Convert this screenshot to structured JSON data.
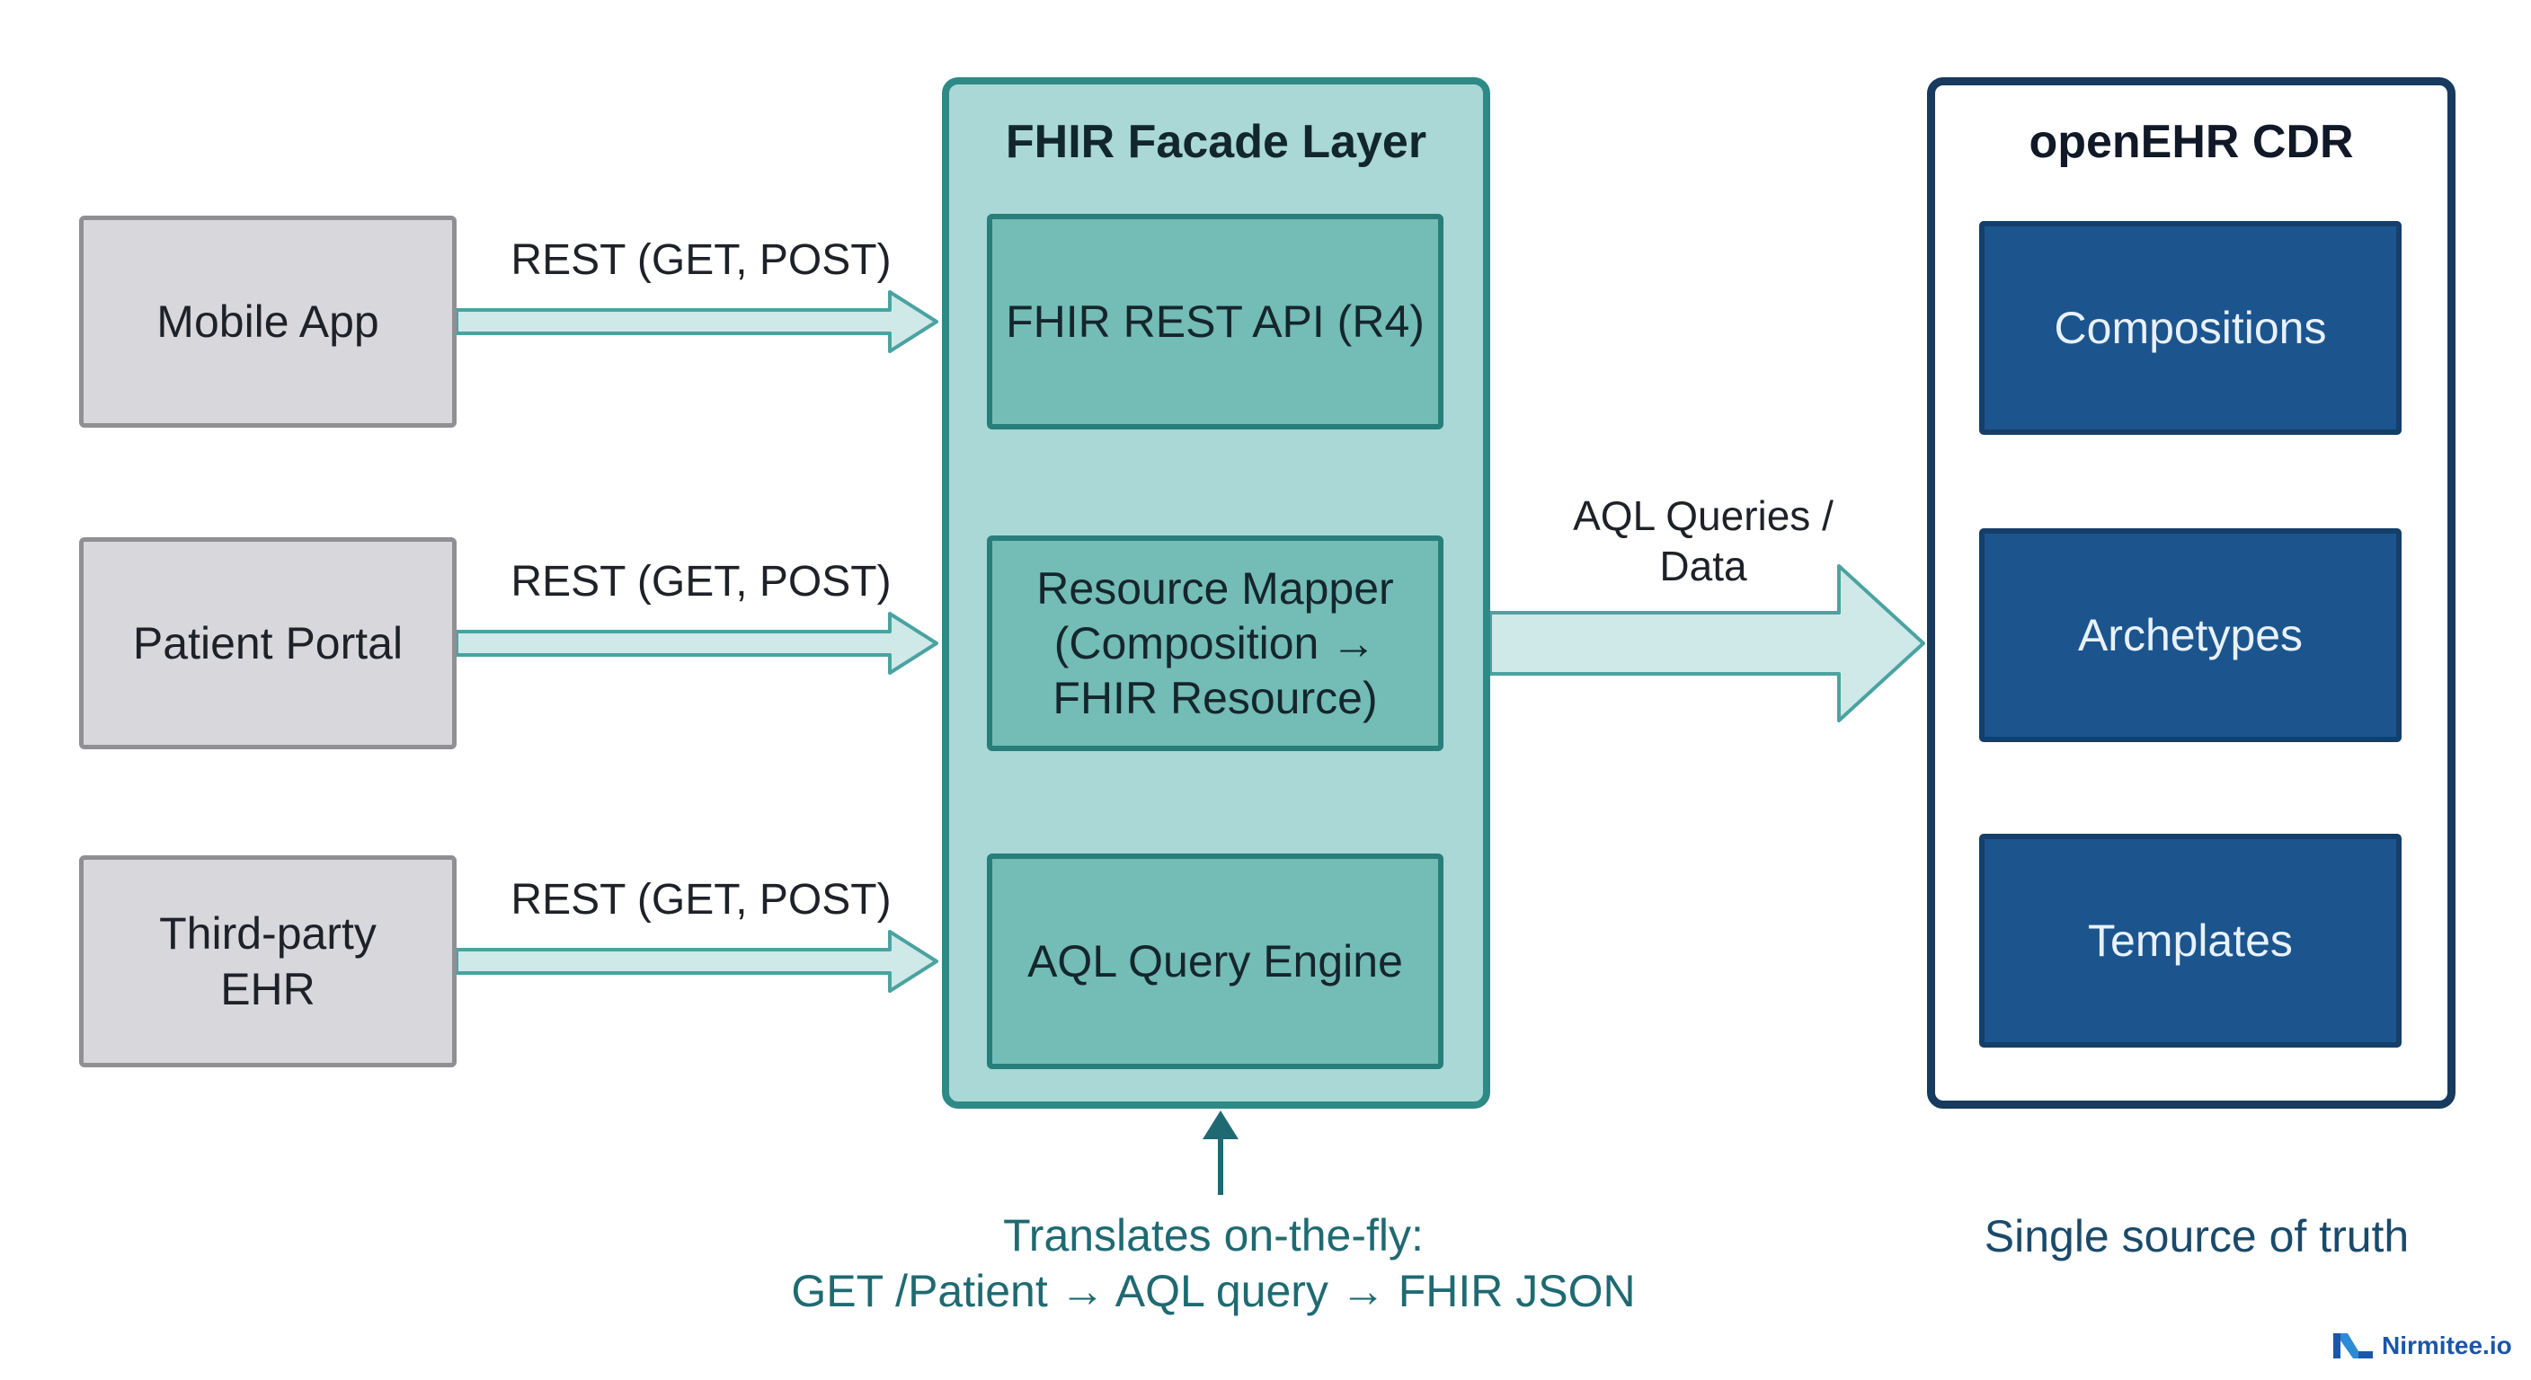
{
  "clients": [
    {
      "label": "Mobile App",
      "request_label": "REST (GET, POST)"
    },
    {
      "label": "Patient Portal",
      "request_label": "REST (GET, POST)"
    },
    {
      "label": "Third-party EHR",
      "request_label": "REST (GET, POST)"
    }
  ],
  "facade": {
    "title": "FHIR Facade Layer",
    "components": [
      {
        "label": "FHIR REST API (R4)"
      },
      {
        "label": "Resource Mapper (Composition → FHIR Resource)"
      },
      {
        "label": "AQL Query Engine"
      }
    ],
    "note_line1": "Translates on-the-fly:",
    "note_line2": "GET /Patient → AQL query → FHIR JSON"
  },
  "link": {
    "line1": "AQL Queries /",
    "line2": "Data"
  },
  "cdr": {
    "title": "openEHR CDR",
    "items": [
      {
        "label": "Compositions"
      },
      {
        "label": "Archetypes"
      },
      {
        "label": "Templates"
      }
    ],
    "caption": "Single source of truth"
  },
  "brand": {
    "name": "Nirmitee.io",
    "color": "#1b56a8"
  },
  "colors": {
    "client_fill": "#d8d8dc",
    "facade_fill": "#a9d8d6",
    "facade_border": "#2e8a86",
    "component_fill": "#74bcb6",
    "cdr_border": "#173a5e",
    "cdr_item_fill": "#1c558d",
    "arrow_fill": "#cfe9e8"
  }
}
